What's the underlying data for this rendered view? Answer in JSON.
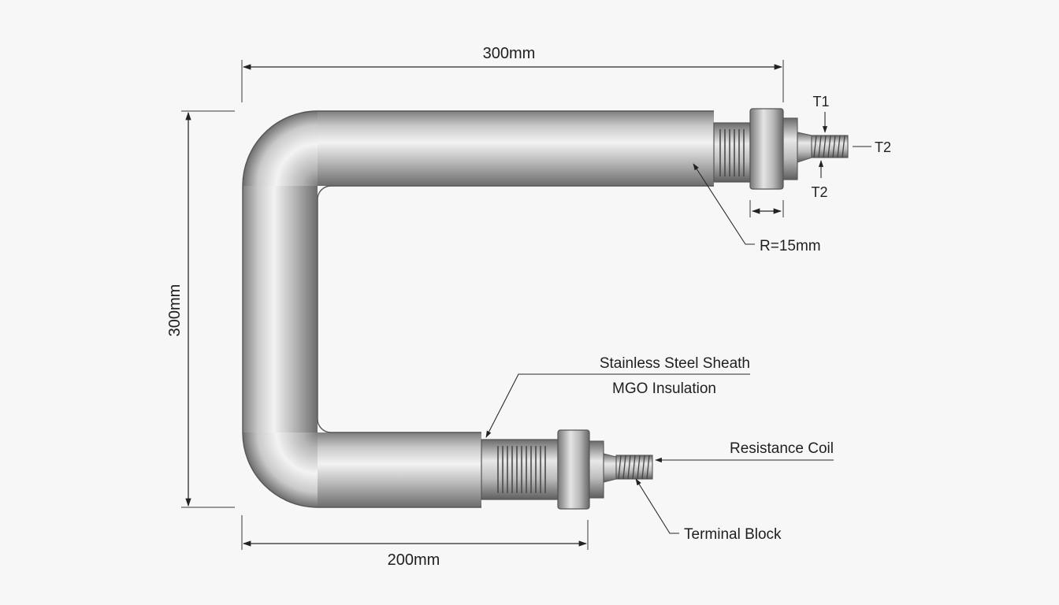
{
  "dimensions": {
    "top_width": "300mm",
    "left_height": "300mm",
    "bottom_width": "200mm",
    "bend_radius": "R=15mm"
  },
  "thread_labels": {
    "t1": "T1",
    "t2_right": "T2",
    "t2_below": "T2"
  },
  "callouts": {
    "sheath": "Stainless Steel Sheath",
    "insulation": "MGO Insulation",
    "coil": "Resistance Coil",
    "terminal": "Terminal Block"
  }
}
